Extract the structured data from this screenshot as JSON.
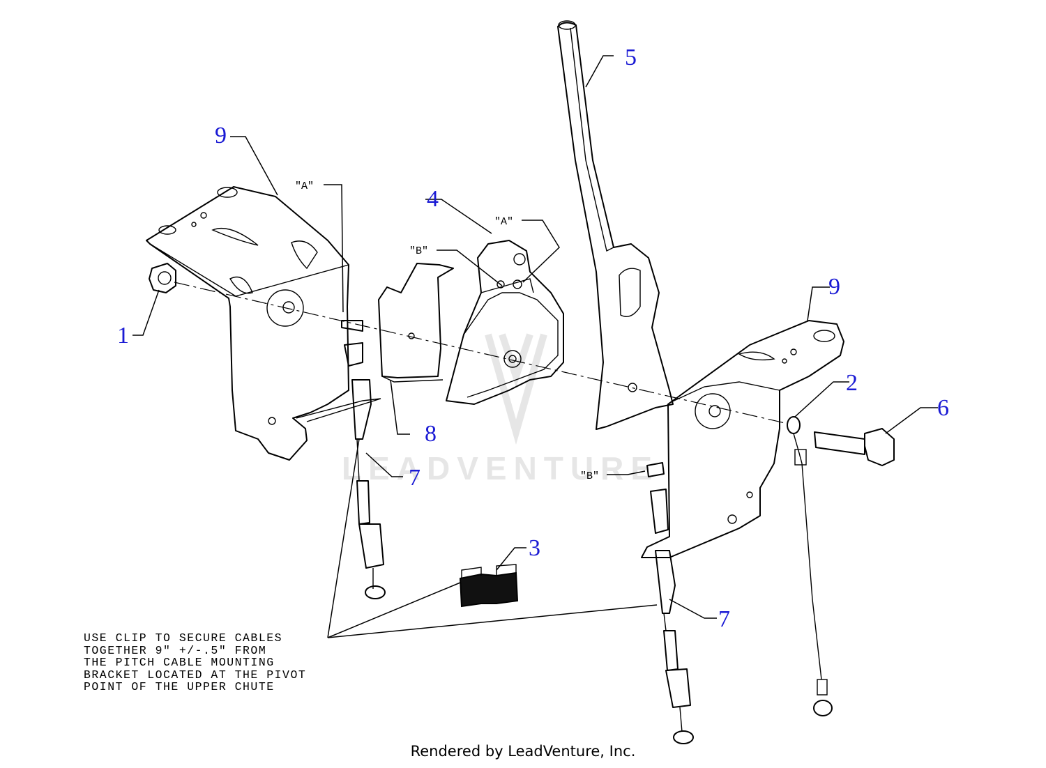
{
  "watermark": {
    "text": "LEADVENTURE",
    "color": "#e6e6e6"
  },
  "callouts": [
    {
      "id": "1",
      "label": "1"
    },
    {
      "id": "2",
      "label": "2"
    },
    {
      "id": "3",
      "label": "3"
    },
    {
      "id": "4",
      "label": "4"
    },
    {
      "id": "5",
      "label": "5"
    },
    {
      "id": "6",
      "label": "6"
    },
    {
      "id": "7a",
      "label": "7"
    },
    {
      "id": "7b",
      "label": "7"
    },
    {
      "id": "8",
      "label": "8"
    },
    {
      "id": "9a",
      "label": "9"
    },
    {
      "id": "9b",
      "label": "9"
    }
  ],
  "callout_color": "#1a1ad4",
  "reference_marks": {
    "a1": "\"A\"",
    "a2": "\"A\"",
    "b1": "\"B\"",
    "b2": "\"B\""
  },
  "note": {
    "lines": [
      "USE CLIP TO SECURE CABLES",
      "TOGETHER 9\" +/-.5\" FROM",
      "THE PITCH CABLE MOUNTING",
      "BRACKET LOCATED AT THE PIVOT",
      "POINT OF THE UPPER CHUTE"
    ]
  },
  "footer": "Rendered by LeadVenture, Inc."
}
